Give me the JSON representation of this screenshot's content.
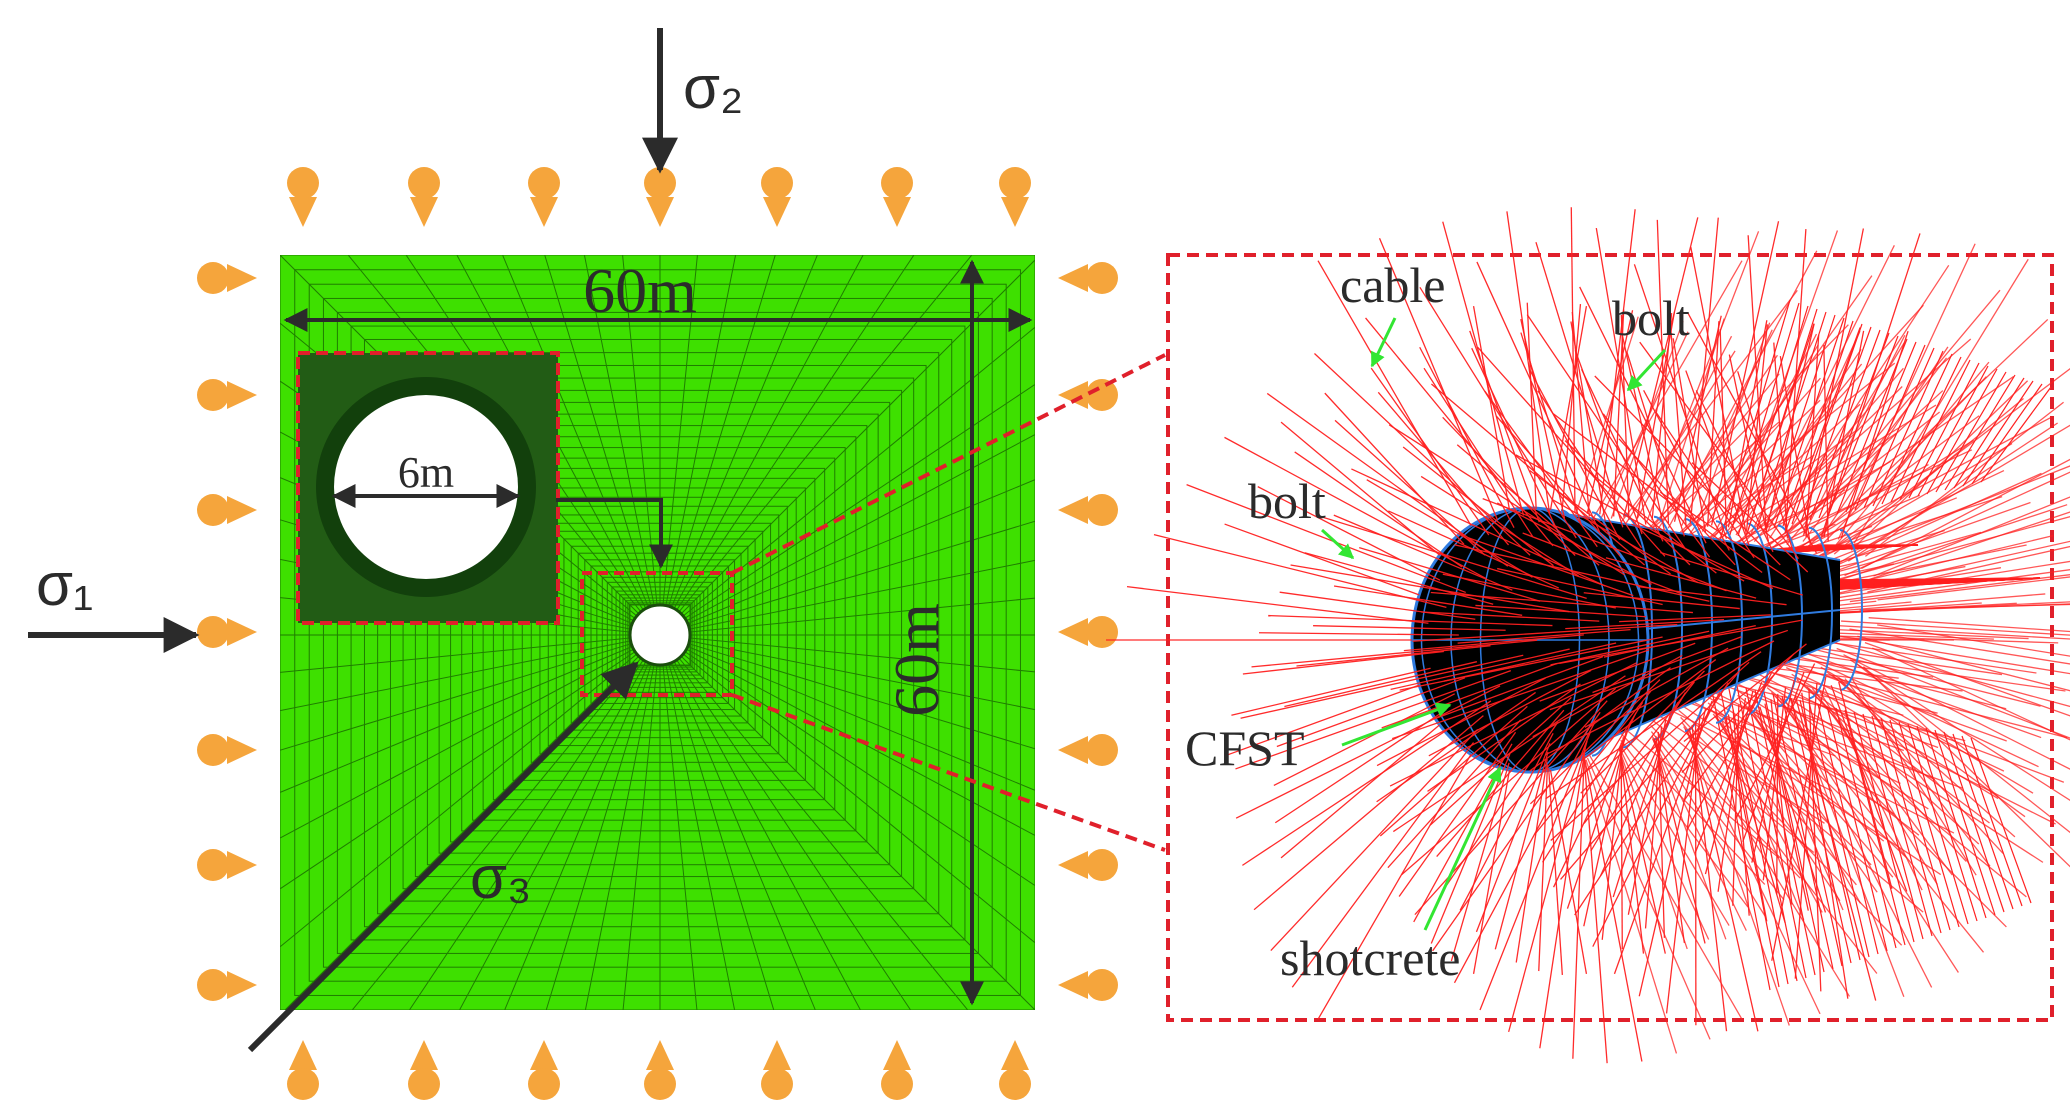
{
  "colors": {
    "model_fill": "#3ee000",
    "model_mesh": "#1f7d00",
    "support": "#f5a53c",
    "highlight_box": "#e0202b",
    "arrow": "#2b2b2b",
    "liner": "#000000",
    "liner_grid": "#2f7be0",
    "bolt": "#ff2020",
    "pointer": "#32e632"
  },
  "stresses": {
    "sigma_1": "σ₁",
    "sigma_2": "σ₂",
    "sigma_3": "σ₃"
  },
  "model": {
    "width_label": "60m",
    "height_label": "60m",
    "tunnel_diameter_label": "6m"
  },
  "detail": {
    "labels": {
      "cable": "cable",
      "bolt_top": "bolt",
      "bolt_left": "bolt",
      "cfst": "CFST",
      "shotcrete": "shotcrete"
    }
  }
}
